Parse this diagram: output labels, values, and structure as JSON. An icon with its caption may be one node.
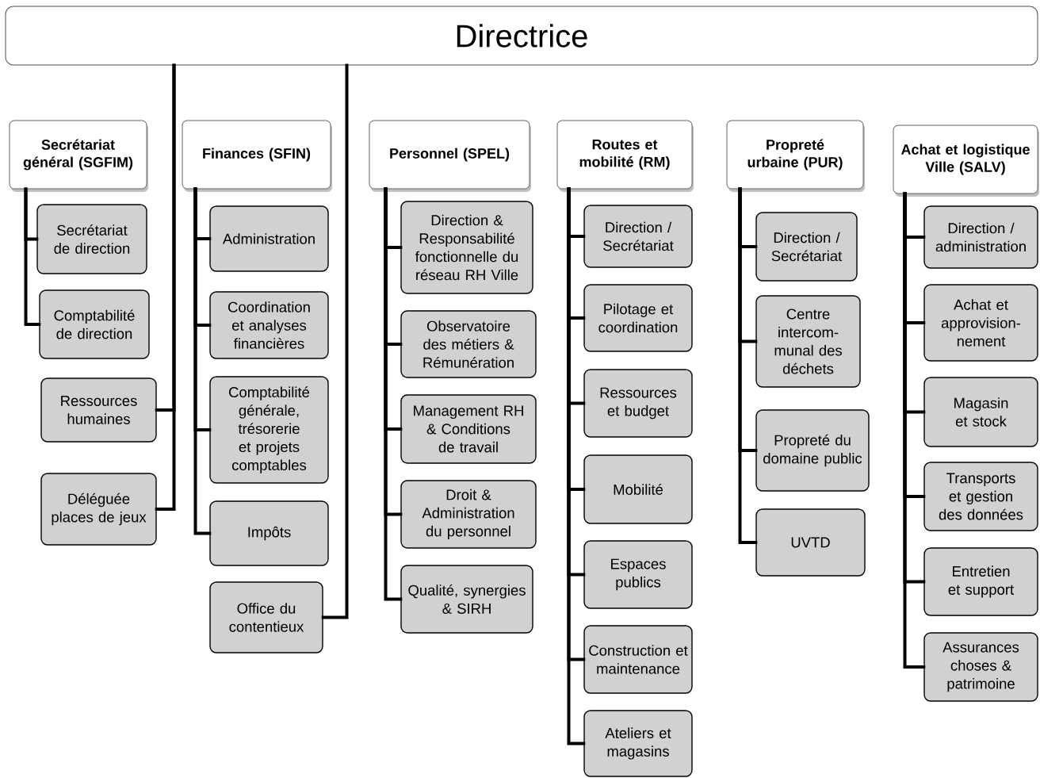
{
  "diagram": {
    "nodes": [
      {
        "text": [
          "Directrice"
        ]
      },
      {
        "text": [
          "Secrétariat général (SGFIM)"
        ]
      },
      {
        "text": [
          "Secrétariat de direction"
        ]
      },
      {
        "text": [
          "Comptabilité de direction"
        ]
      },
      {
        "text": [
          "Ressources humaines"
        ]
      },
      {
        "text": [
          "Déléguée places de jeux"
        ]
      },
      {
        "text": [
          "Finances (SFIN)"
        ]
      },
      {
        "text": [
          "Administration"
        ]
      },
      {
        "text": [
          "Coordination et analyses financières"
        ]
      },
      {
        "text": [
          "Comptabilité générale, trésorerie et projets comptables"
        ]
      },
      {
        "text": [
          "Impôts"
        ]
      },
      {
        "text": [
          "Office du contentieux"
        ]
      },
      {
        "text": [
          "Personnel (SPEL)"
        ]
      },
      {
        "text": [
          "Direction & Responsabilité fonctionnelle du réseau RH Ville"
        ]
      },
      {
        "text": [
          "Observatoire des métiers & Rémunération"
        ]
      },
      {
        "text": [
          "Management RH & Conditions de travail"
        ]
      },
      {
        "text": [
          "Droit & Administration du personnel"
        ]
      },
      {
        "text": [
          "Qualité, synergies & SIRH"
        ]
      },
      {
        "text": [
          "Routes et mobilité (RM)"
        ]
      },
      {
        "text": [
          "Direction / Secrétariat"
        ]
      },
      {
        "text": [
          "Pilotage et coordination"
        ]
      },
      {
        "text": [
          "Ressources et budget"
        ]
      },
      {
        "text": [
          "Mobilité"
        ]
      },
      {
        "text": [
          "Espaces publics"
        ]
      },
      {
        "text": [
          "Construction et maintenance"
        ]
      },
      {
        "text": [
          "Ateliers et magasins"
        ]
      },
      {
        "text": [
          "Propreté urbaine (PUR)"
        ]
      },
      {
        "text": [
          "Direction / Secrétariat"
        ]
      },
      {
        "text": [
          "Centre intercom- munal des déchets"
        ]
      },
      {
        "text": [
          "Propreté du domaine public"
        ]
      },
      {
        "text": [
          "UVTD"
        ]
      },
      {
        "text": [
          "Achat et logistique Ville (SALV)"
        ]
      },
      {
        "text": [
          "Direction / administration"
        ]
      },
      {
        "text": [
          "Achat et approvision- nement"
        ]
      },
      {
        "text": [
          "Magasin et stock"
        ]
      },
      {
        "text": [
          "Transports et gestion des données"
        ]
      },
      {
        "text": [
          "Entretien et support"
        ]
      },
      {
        "text": [
          "Assurances choses & patrimoine"
        ]
      }
    ],
    "edges": [
      {
        "from": 1,
        "to": 2,
        "arrow": "none"
      },
      {
        "from": 1,
        "to": 3,
        "arrow": "none"
      },
      {
        "from": 0,
        "to": 4,
        "arrow": "none"
      },
      {
        "from": 0,
        "to": 5,
        "arrow": "none"
      },
      {
        "from": 6,
        "to": 7,
        "arrow": "none"
      },
      {
        "from": 6,
        "to": 8,
        "arrow": "none"
      },
      {
        "from": 6,
        "to": 9,
        "arrow": "none"
      },
      {
        "from": 6,
        "to": 10,
        "arrow": "none"
      },
      {
        "from": 0,
        "to": 11,
        "arrow": "none"
      },
      {
        "from": 12,
        "to": 13,
        "arrow": "none"
      },
      {
        "from": 12,
        "to": 14,
        "arrow": "none"
      },
      {
        "from": 12,
        "to": 15,
        "arrow": "none"
      },
      {
        "from": 12,
        "to": 16,
        "arrow": "none"
      },
      {
        "from": 12,
        "to": 17,
        "arrow": "none"
      },
      {
        "from": 18,
        "to": 19,
        "arrow": "none"
      },
      {
        "from": 18,
        "to": 20,
        "arrow": "none"
      },
      {
        "from": 18,
        "to": 21,
        "arrow": "none"
      },
      {
        "from": 18,
        "to": 22,
        "arrow": "none"
      },
      {
        "from": 18,
        "to": 23,
        "arrow": "none"
      },
      {
        "from": 18,
        "to": 24,
        "arrow": "none"
      },
      {
        "from": 18,
        "to": 25,
        "arrow": "none"
      },
      {
        "from": 26,
        "to": 27,
        "arrow": "none"
      },
      {
        "from": 26,
        "to": 28,
        "arrow": "none"
      },
      {
        "from": 26,
        "to": 29,
        "arrow": "none"
      },
      {
        "from": 26,
        "to": 30,
        "arrow": "none"
      },
      {
        "from": 31,
        "to": 32,
        "arrow": "none"
      },
      {
        "from": 31,
        "to": 33,
        "arrow": "none"
      },
      {
        "from": 31,
        "to": 34,
        "arrow": "none"
      },
      {
        "from": 31,
        "to": 35,
        "arrow": "none"
      },
      {
        "from": 31,
        "to": 36,
        "arrow": "none"
      },
      {
        "from": 31,
        "to": 37,
        "arrow": "none"
      }
    ]
  }
}
